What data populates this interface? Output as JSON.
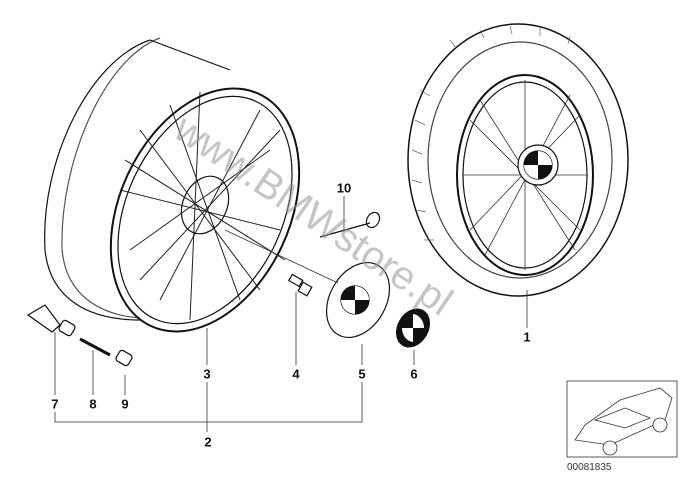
{
  "callouts": [
    "1",
    "2",
    "3",
    "4",
    "5",
    "6",
    "7",
    "8",
    "9",
    "10"
  ],
  "watermark": "www.BMWstore.pl",
  "reference_number": "00081835"
}
